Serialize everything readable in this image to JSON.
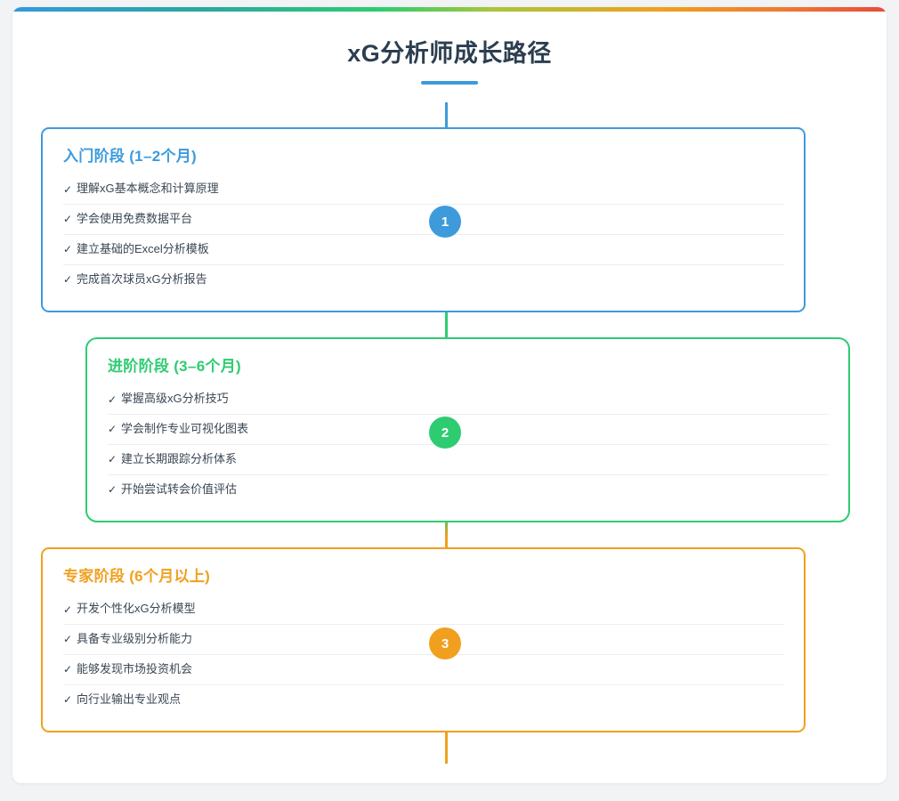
{
  "page": {
    "title": "xG分析师成长路径"
  },
  "colors": {
    "stage1": "#3d9bdc",
    "stage2": "#2ecc71",
    "stage3": "#f0a01e",
    "title_text": "#2c3e50",
    "body_text": "#3b4754",
    "card_background": "#ffffff",
    "page_background": "#f1f3f5",
    "gradient_start": "#3498db",
    "gradient_end": "#e74c3c"
  },
  "check_glyph": "✓",
  "stages": [
    {
      "badge": "1",
      "heading": "入门阶段 (1–2个月)",
      "items": [
        "理解xG基本概念和计算原理",
        "学会使用免费数据平台",
        "建立基础的Excel分析模板",
        "完成首次球员xG分析报告"
      ]
    },
    {
      "badge": "2",
      "heading": "进阶阶段 (3–6个月)",
      "items": [
        "掌握高级xG分析技巧",
        "学会制作专业可视化图表",
        "建立长期跟踪分析体系",
        "开始尝试转会价值评估"
      ]
    },
    {
      "badge": "3",
      "heading": "专家阶段 (6个月以上)",
      "items": [
        "开发个性化xG分析模型",
        "具备专业级别分析能力",
        "能够发现市场投资机会",
        "向行业输出专业观点"
      ]
    }
  ]
}
